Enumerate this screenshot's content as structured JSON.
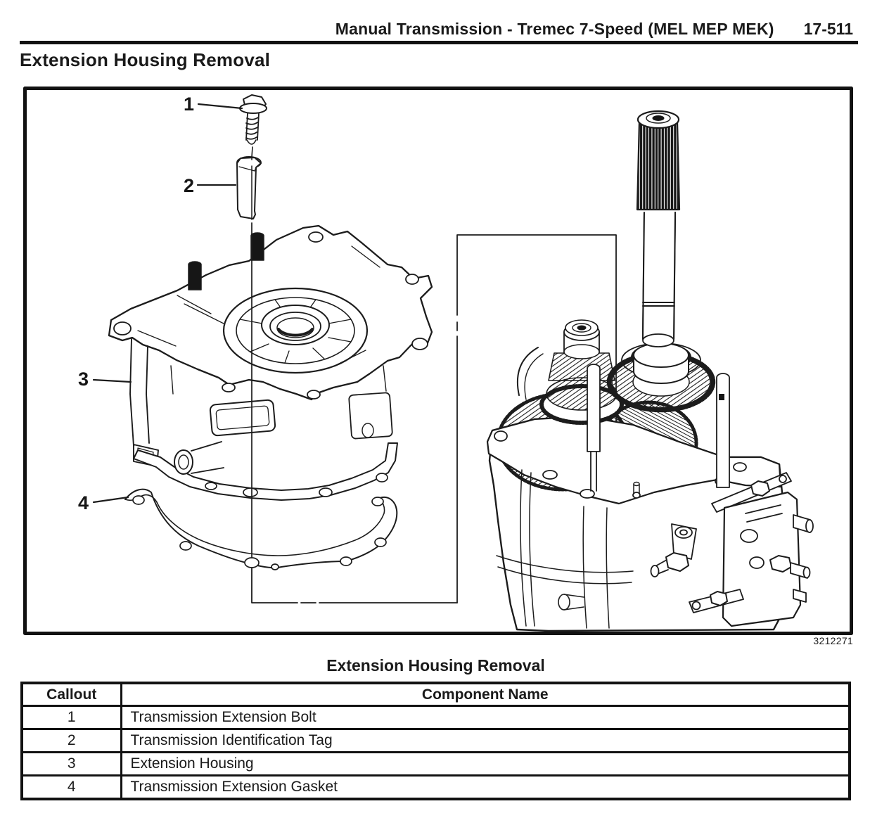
{
  "page": {
    "header": {
      "title": "Manual Transmission - Tremec 7-Speed (MEL MEP MEK)",
      "page_number": "17-511"
    },
    "section_heading": "Extension Housing Removal",
    "figure": {
      "id": "3212271",
      "callouts": [
        {
          "n": "1",
          "label": "Transmission Extension Bolt"
        },
        {
          "n": "2",
          "label": "Transmission Identification Tag"
        },
        {
          "n": "3",
          "label": "Extension Housing"
        },
        {
          "n": "4",
          "label": "Transmission Extension Gasket"
        }
      ]
    },
    "table": {
      "title": "Extension Housing Removal",
      "columns": {
        "callout": "Callout",
        "component": "Component Name"
      },
      "rows": [
        {
          "callout": "1",
          "component": "Transmission Extension Bolt"
        },
        {
          "callout": "2",
          "component": "Transmission Identification Tag"
        },
        {
          "callout": "3",
          "component": "Extension Housing"
        },
        {
          "callout": "4",
          "component": "Transmission Extension Gasket"
        }
      ]
    }
  }
}
